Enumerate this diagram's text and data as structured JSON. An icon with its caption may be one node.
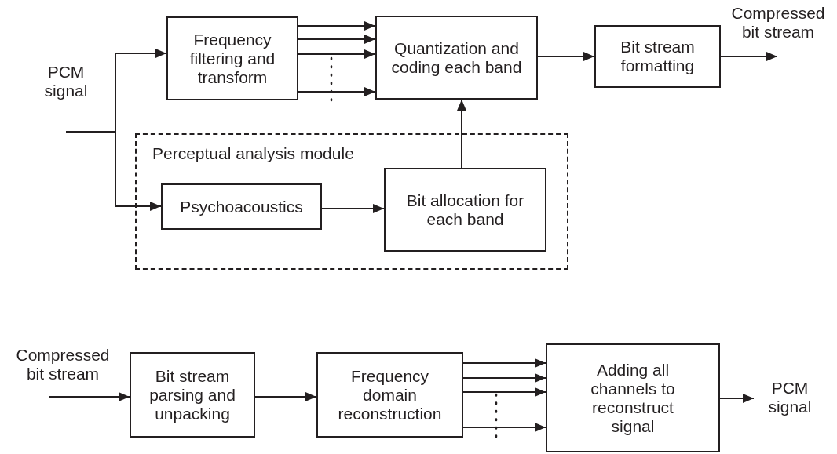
{
  "diagram": {
    "nodes": [
      {
        "text": [
          "PCM signal"
        ]
      },
      {
        "text": [
          "Frequency filtering and transform"
        ]
      },
      {
        "text": [
          "Quantization and coding each band"
        ]
      },
      {
        "text": [
          "Bit stream formatting"
        ]
      },
      {
        "text": [
          "Compressed bit stream"
        ]
      },
      {
        "text": [
          "Perceptual analysis module"
        ]
      },
      {
        "text": [
          "Psychoacoustics"
        ],
        "in": 5
      },
      {
        "text": [
          "Bit allocation for each band"
        ],
        "in": 5
      },
      {
        "text": [
          "Compressed bit stream"
        ]
      },
      {
        "text": [
          "Bit stream parsing and unpacking"
        ]
      },
      {
        "text": [
          "Frequency domain reconstruction"
        ]
      },
      {
        "text": [
          "Adding all channels to reconstruct signal"
        ]
      },
      {
        "text": [
          "PCM signal"
        ]
      }
    ],
    "edges": [
      {
        "from": 0,
        "to": 1,
        "arrow": "to"
      },
      {
        "from": 0,
        "to": 6,
        "arrow": "to"
      },
      {
        "from": 1,
        "to": 2,
        "arrow": "to"
      },
      {
        "from": 1,
        "to": 2,
        "arrow": "to"
      },
      {
        "from": 1,
        "to": 2,
        "arrow": "to"
      },
      {
        "from": 1,
        "to": 2,
        "arrow": "to"
      },
      {
        "from": 2,
        "to": 3,
        "arrow": "to"
      },
      {
        "from": 3,
        "to": 4,
        "arrow": "to"
      },
      {
        "from": 6,
        "to": 7,
        "arrow": "to"
      },
      {
        "from": 7,
        "to": 2,
        "arrow": "to"
      },
      {
        "from": 8,
        "to": 9,
        "arrow": "to"
      },
      {
        "from": 9,
        "to": 10,
        "arrow": "to"
      },
      {
        "from": 10,
        "to": 11,
        "arrow": "to"
      },
      {
        "from": 10,
        "to": 11,
        "arrow": "to"
      },
      {
        "from": 10,
        "to": 11,
        "arrow": "to"
      },
      {
        "from": 10,
        "to": 11,
        "arrow": "to"
      },
      {
        "from": 11,
        "to": 12,
        "arrow": "to"
      }
    ]
  }
}
